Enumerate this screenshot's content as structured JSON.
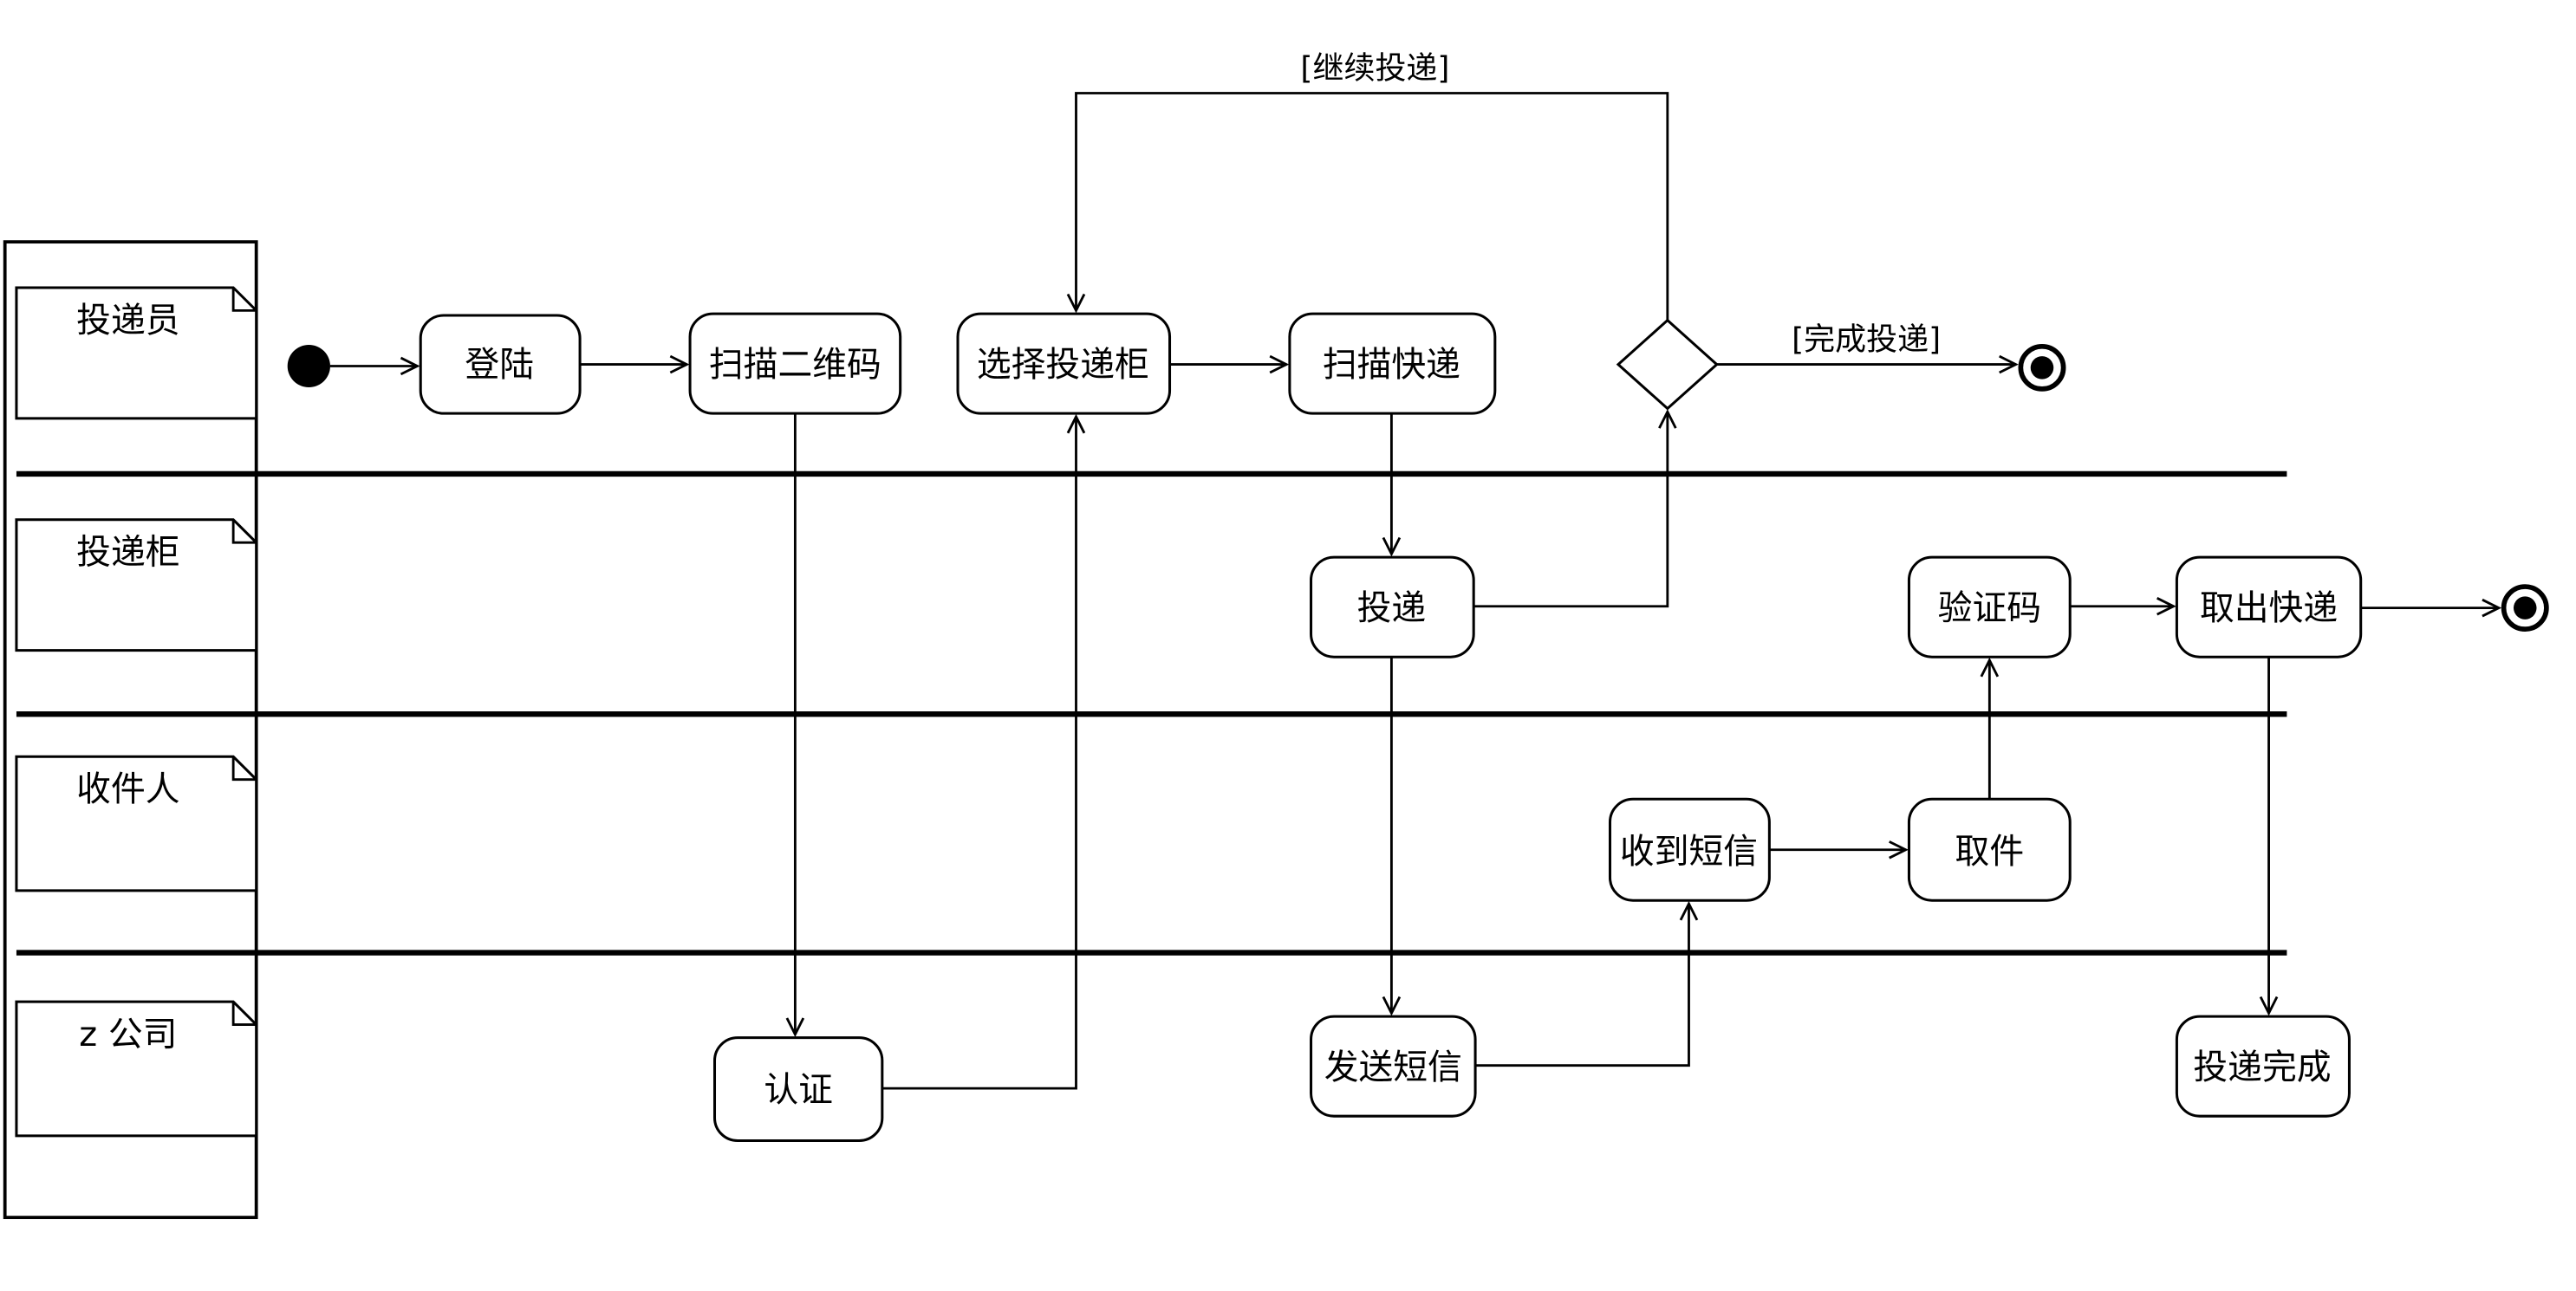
{
  "diagram": {
    "kind": "uml-activity-swimlane-diagram",
    "background": "#ffffff",
    "line_color": "#000000",
    "lanes": [
      {
        "id": "courier",
        "label": "投递员"
      },
      {
        "id": "locker",
        "label": "投递柜"
      },
      {
        "id": "recipient",
        "label": "收件人"
      },
      {
        "id": "company",
        "label": "z 公司"
      }
    ],
    "nodes": {
      "start": {
        "type": "initial",
        "lane": "courier"
      },
      "login": {
        "type": "action",
        "lane": "courier",
        "label": "登陆"
      },
      "scan_qr": {
        "type": "action",
        "lane": "courier",
        "label": "扫描二维码"
      },
      "select_locker": {
        "type": "action",
        "lane": "courier",
        "label": "选择投递柜"
      },
      "scan_parcel": {
        "type": "action",
        "lane": "courier",
        "label": "扫描快递"
      },
      "decision": {
        "type": "decision",
        "lane": "courier"
      },
      "final_courier": {
        "type": "final",
        "lane": "courier"
      },
      "deliver": {
        "type": "action",
        "lane": "locker",
        "label": "投递"
      },
      "verify_code": {
        "type": "action",
        "lane": "locker",
        "label": "验证码"
      },
      "take_out": {
        "type": "action",
        "lane": "locker",
        "label": "取出快递"
      },
      "final_locker": {
        "type": "final",
        "lane": "locker"
      },
      "receive_sms": {
        "type": "action",
        "lane": "recipient",
        "label": "收到短信"
      },
      "pickup": {
        "type": "action",
        "lane": "recipient",
        "label": "取件"
      },
      "authenticate": {
        "type": "action",
        "lane": "company",
        "label": "认证"
      },
      "send_sms": {
        "type": "action",
        "lane": "company",
        "label": "发送短信"
      },
      "delivery_done": {
        "type": "action",
        "lane": "company",
        "label": "投递完成"
      }
    },
    "guards": {
      "continue_delivery": {
        "label": "[继续投递]"
      },
      "finish_delivery": {
        "label": "[完成投递]"
      }
    },
    "edges": [
      {
        "from": "start",
        "to": "login"
      },
      {
        "from": "login",
        "to": "scan_qr"
      },
      {
        "from": "scan_qr",
        "to": "authenticate"
      },
      {
        "from": "authenticate",
        "to": "select_locker"
      },
      {
        "from": "select_locker",
        "to": "scan_parcel"
      },
      {
        "from": "scan_parcel",
        "to": "deliver"
      },
      {
        "from": "deliver",
        "to": "decision"
      },
      {
        "from": "decision",
        "to": "final_courier",
        "guard": "[完成投递]"
      },
      {
        "from": "decision",
        "to": "select_locker",
        "guard": "[继续投递]"
      },
      {
        "from": "deliver",
        "to": "send_sms"
      },
      {
        "from": "send_sms",
        "to": "receive_sms"
      },
      {
        "from": "receive_sms",
        "to": "pickup"
      },
      {
        "from": "pickup",
        "to": "verify_code"
      },
      {
        "from": "verify_code",
        "to": "take_out"
      },
      {
        "from": "take_out",
        "to": "final_locker"
      },
      {
        "from": "take_out",
        "to": "delivery_done"
      }
    ]
  }
}
